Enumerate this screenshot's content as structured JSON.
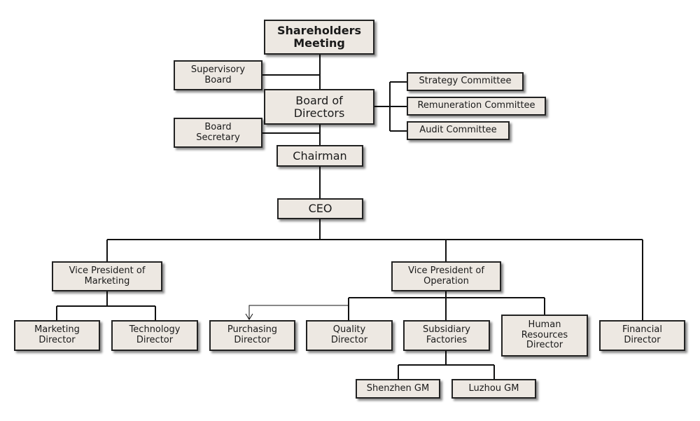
{
  "nodes": {
    "shareholders": "Shareholders\nMeeting",
    "supervisory": "Supervisory\nBoard",
    "board": "Board of\nDirectors",
    "secretary": "Board\nSecretary",
    "strategy": "Strategy Committee",
    "remuneration": "Remuneration Committee",
    "audit": "Audit Committee",
    "chairman": "Chairman",
    "ceo": "CEO",
    "vp_marketing": "Vice President of\nMarketing",
    "vp_operation": "Vice President of\nOperation",
    "marketing_director": "Marketing\nDirector",
    "technology_director": "Technology\nDirector",
    "purchasing_director": "Purchasing\nDirector",
    "quality_director": "Quality\nDirector",
    "subsidiary": "Subsidiary\nFactories",
    "hr_director": "Human\nResources\nDirector",
    "financial_director": "Financial\nDirector",
    "shenzhen": "Shenzhen GM",
    "luzhou": "Luzhou GM"
  },
  "colors": {
    "box_fill": "#ede8e2",
    "line": "#111111"
  }
}
